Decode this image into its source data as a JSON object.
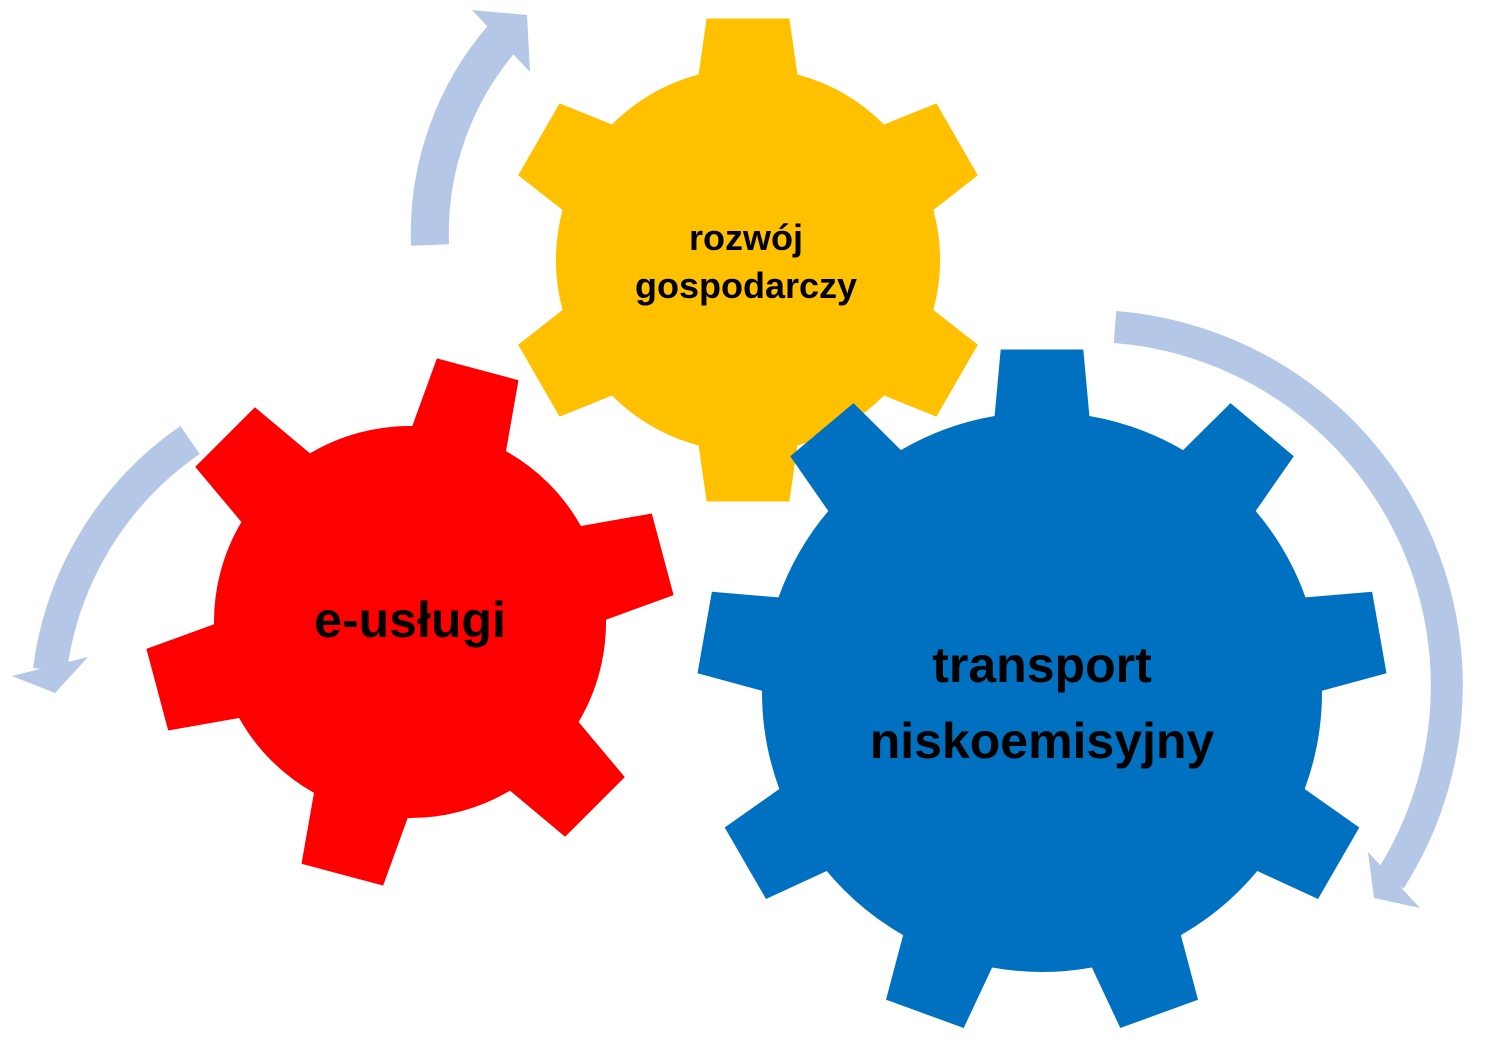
{
  "gears": [
    {
      "id": "rozwoj",
      "lines": [
        "rozwój",
        "gospodarczy"
      ],
      "color": "#FFC000",
      "teeth": 6
    },
    {
      "id": "e-uslugi",
      "lines": [
        "e-usługi"
      ],
      "color": "#FF0000",
      "teeth": 6
    },
    {
      "id": "transport",
      "lines": [
        "transport",
        "niskoemisyjny"
      ],
      "color": "#0070C0",
      "teeth": 9
    }
  ],
  "arrow_color": "#B4C7E7"
}
